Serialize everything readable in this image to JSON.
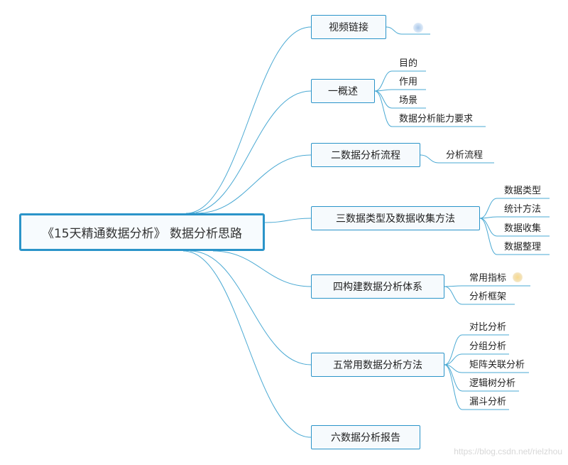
{
  "root": {
    "label": "《15天精通数据分析》 数据分析思路"
  },
  "branches": [
    {
      "label": "视频链接",
      "children": []
    },
    {
      "label": "一概述",
      "children": [
        "目的",
        "作用",
        "场景",
        "数据分析能力要求"
      ]
    },
    {
      "label": "二数据分析流程",
      "children": [
        "分析流程"
      ]
    },
    {
      "label": "三数据类型及数据收集方法",
      "children": [
        "数据类型",
        "统计方法",
        "数据收集",
        "数据整理"
      ]
    },
    {
      "label": "四构建数据分析体系",
      "children": [
        "常用指标",
        "分析框架"
      ]
    },
    {
      "label": "五常用数据分析方法",
      "children": [
        "对比分析",
        "分组分析",
        "矩阵关联分析",
        "逻辑树分析",
        "漏斗分析"
      ]
    },
    {
      "label": "六数据分析报告",
      "children": []
    }
  ],
  "icons": {
    "link": "link-icon",
    "star": "star-icon"
  },
  "colors": {
    "line": "#4aa9d3",
    "border": "#2b94c9"
  },
  "watermark": "https://blog.csdn.net/rielzhou"
}
